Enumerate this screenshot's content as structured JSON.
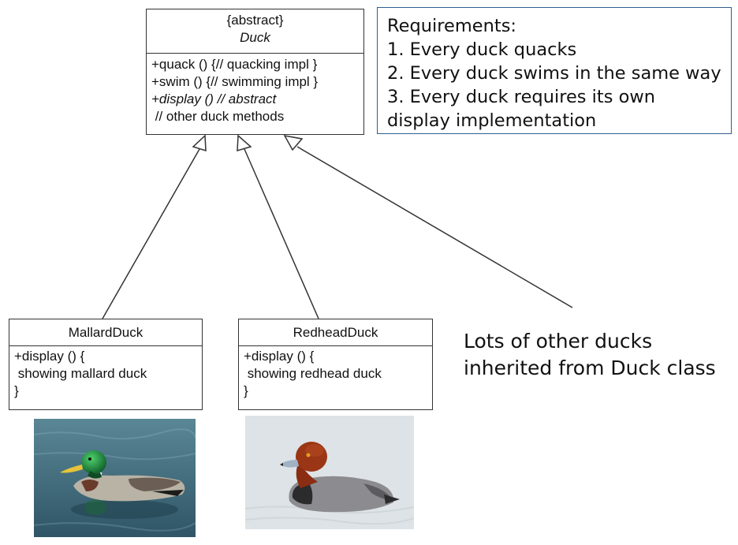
{
  "duck_class": {
    "stereotype": "{abstract}",
    "name": "Duck",
    "members": [
      "+quack () {// quacking impl }",
      "+swim () {// swimming impl }",
      "+display () // abstract",
      " // other duck methods"
    ]
  },
  "mallard_class": {
    "name": "MallardDuck",
    "members": [
      "+display () {",
      " showing mallard duck",
      "}"
    ]
  },
  "redhead_class": {
    "name": "RedheadDuck",
    "members": [
      "+display () {",
      " showing redhead duck",
      "}"
    ]
  },
  "requirements": {
    "title": "Requirements:",
    "lines": [
      "1. Every duck quacks",
      "2. Every duck swims in the same way",
      "3. Every duck requires its own",
      "display implementation"
    ]
  },
  "note": {
    "lines": [
      "Lots of other ducks",
      "inherited from Duck class"
    ]
  },
  "colors": {
    "line": "#333333",
    "requirements_border": "#2f5f8f",
    "water_mallard": "#3f6a7c",
    "water_redhead": "#dde3e6"
  },
  "images": {
    "mallard": "mallard-duck-photo",
    "redhead": "redhead-duck-photo"
  }
}
